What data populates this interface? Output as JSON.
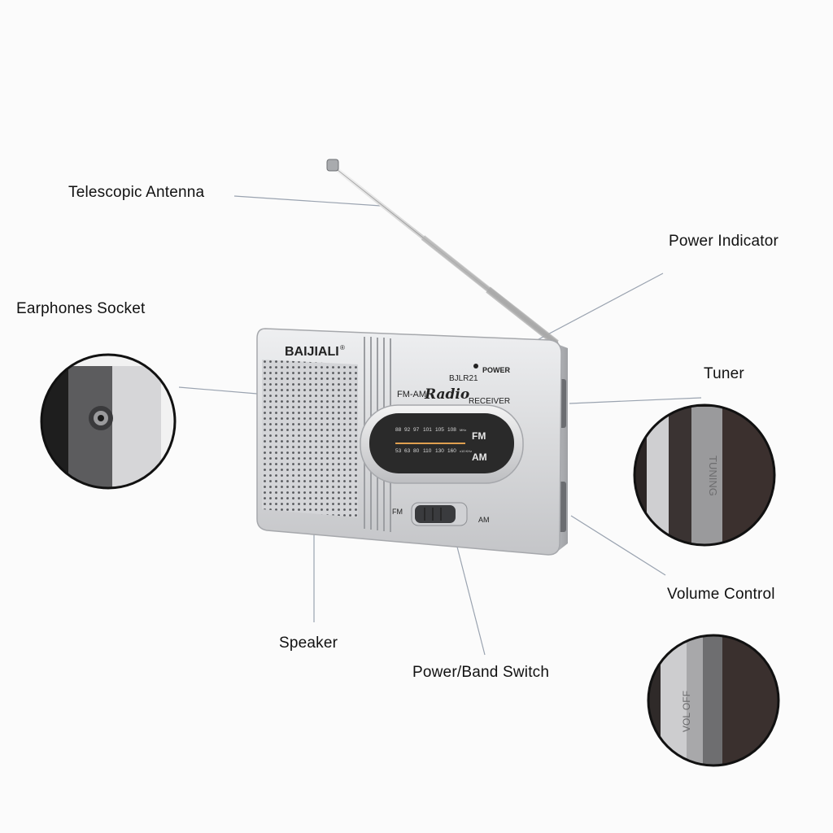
{
  "callouts": {
    "antenna": "Telescopic Antenna",
    "power_indicator": "Power Indicator",
    "earphones": "Earphones Socket",
    "tuner": "Tuner",
    "volume": "Volume Control",
    "speaker": "Speaker",
    "switch": "Power/Band Switch"
  },
  "radio": {
    "brand": "BAIJIALI",
    "registered_mark": "®",
    "model": "BJLR21",
    "power_label": "POWER",
    "title_prefix": "FM-AM",
    "title_script": "Radio",
    "title_suffix": "RECEIVER",
    "fm_scale": [
      "88",
      "92",
      "97",
      "101",
      "105",
      "108"
    ],
    "fm_unit": "MHz",
    "am_scale": [
      "53",
      "63",
      "80",
      "110",
      "130",
      "160"
    ],
    "am_unit": "x10 KHz",
    "fm_band": "FM",
    "am_band": "AM",
    "switch_fm": "FM",
    "switch_am": "AM"
  },
  "insets": {
    "tuning_label": "TUNING",
    "volume_label": "VOL OFF"
  },
  "colors": {
    "body_silver": "#d9dadc",
    "dial_dark": "#2a2a2a",
    "dial_needle": "#e0a050",
    "leader_line": "#9aa3b0"
  }
}
